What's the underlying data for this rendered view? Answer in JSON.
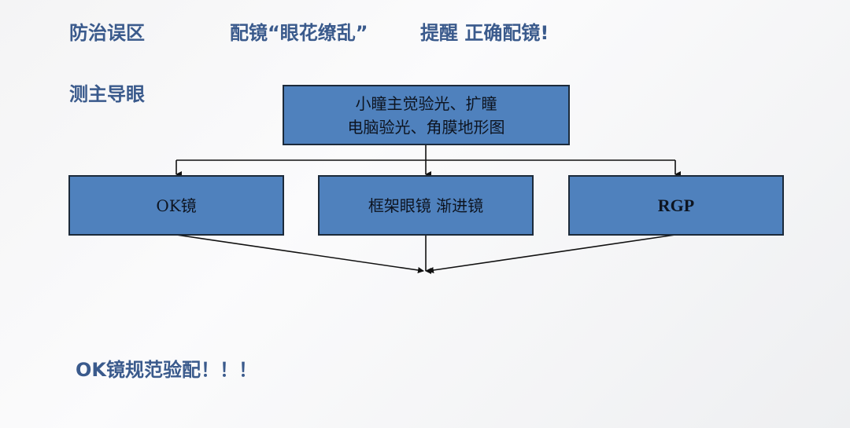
{
  "header": {
    "section": "防治误区",
    "slogan_part1": "配镜“眼花缭乱”",
    "slogan_part2": "提醒 正确配镜!"
  },
  "subheading": "测主导眼",
  "flowchart": {
    "top_box": {
      "line1": "小瞳主觉验光、扩瞳",
      "line2": "电脑验光、角膜地形图"
    },
    "options": [
      {
        "label": "OK镜"
      },
      {
        "label": "框架眼镜 渐进镜"
      },
      {
        "label": "RGP"
      }
    ],
    "colors": {
      "box_fill": "#4f81bd",
      "box_border": "#1c2a3a",
      "line": "#111111"
    }
  },
  "footer_note": "OK镜规范验配！！！"
}
